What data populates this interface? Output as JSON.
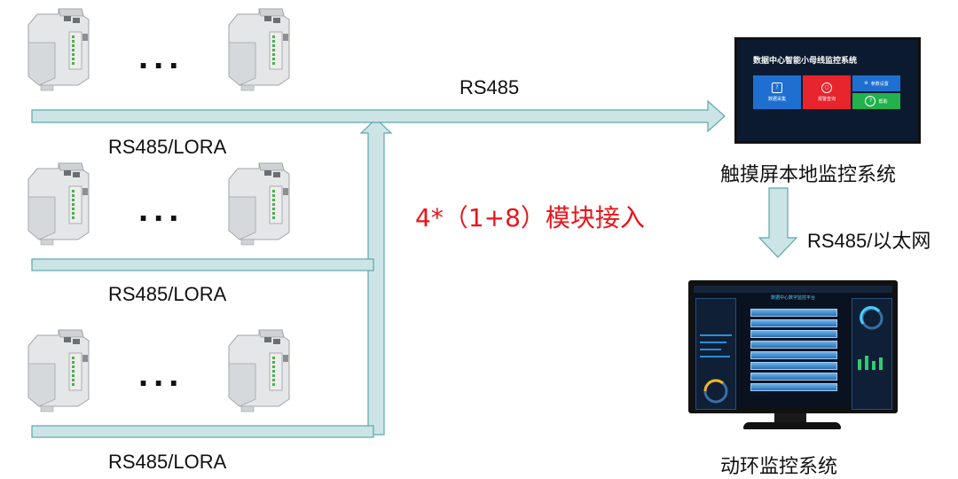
{
  "labels": {
    "rs485_top": "RS485",
    "bus_1": "RS485/LORA",
    "bus_2": "RS485/LORA",
    "bus_3": "RS485/LORA",
    "modules_note": "4*（1+8）模块接入",
    "touch_screen": "触摸屏本地监控系统",
    "rs485_ethernet": "RS485/以太网",
    "env_monitor": "动环监控系统",
    "ellipsis": "..."
  },
  "touch_screen_ui": {
    "title": "数据中心智能小母线监控系统",
    "tiles": [
      {
        "label": "数据采集",
        "icon": "?",
        "color": "#1f6fd1"
      },
      {
        "label": "报警查询",
        "icon": "○",
        "color": "#e8242c"
      },
      {
        "label": "参数设置",
        "icon": "⚙",
        "color": "#1f6fd1"
      },
      {
        "label": "帮助",
        "icon": "?",
        "color": "#22b14c"
      }
    ]
  },
  "monitor_ui": {
    "title": "数据中心数字监控平台"
  },
  "colors": {
    "bus_line": "#cde4e6",
    "bus_outline": "#5aa9ab",
    "accent_red": "#e8151b"
  }
}
